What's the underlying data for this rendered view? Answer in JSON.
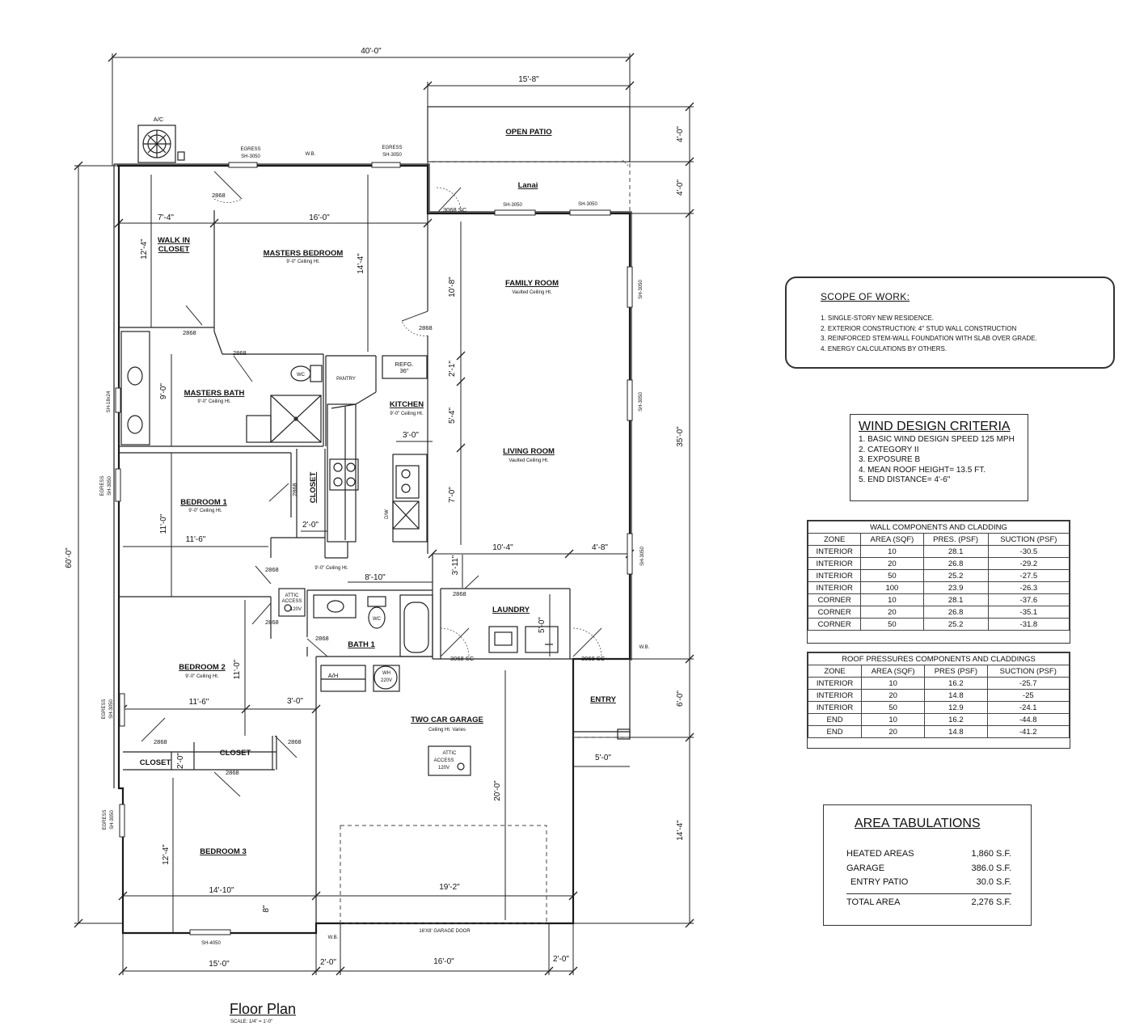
{
  "plan": {
    "title": "Floor Plan",
    "scale": "SCALE: 1/4\" = 1'-0\"",
    "rooms": {
      "masters_bedroom": "MASTERS BEDROOM",
      "masters_bedroom_ceiling": "9'-0\" Ceiling Ht.",
      "walk_in_closet_1": "WALK IN",
      "walk_in_closet_2": "CLOSET",
      "masters_bath": "MASTERS BATH",
      "masters_bath_ceiling": "9'-0\" Ceiling Ht.",
      "pantry": "PANTRY",
      "refrigerator": "REFG.",
      "refrigerator_size": "36\"",
      "kitchen": "KITCHEN",
      "kitchen_ceiling": "9'-0\" Ceiling Ht.",
      "family_room": "FAMILY ROOM",
      "family_room_ceiling": "Vaulted Ceiling Ht.",
      "living_room": "LIVING ROOM",
      "living_room_ceiling": "Vaulted Ceiling Ht.",
      "bedroom_1": "BEDROOM 1",
      "bedroom_1_ceiling": "9'-0\" Ceiling Ht.",
      "bedroom_2": "BEDROOM 2",
      "bedroom_2_ceiling": "9'-0\" Ceiling Ht.",
      "bedroom_3": "BEDROOM 3",
      "closet": "CLOSET",
      "hall_ceiling": "9'-0\" Ceiling Ht.",
      "bath_1": "BATH 1",
      "laundry": "LAUNDRY",
      "garage": "TWO CAR GARAGE",
      "garage_ceiling": "Ceiling Ht. Varies",
      "entry": "ENTRY",
      "open_patio": "OPEN PATIO",
      "lanai": "Lanai",
      "ac": "A/C",
      "ah": "A/H",
      "wh_1": "WH",
      "wh_2": "220V",
      "attic_1": "ATTIC",
      "attic_2": "ACCESS",
      "attic_3": "120V",
      "wc": "WC",
      "dw": "D/W",
      "wb": "W.B.",
      "garage_door": "16'X8' GARAGE DOOR"
    },
    "windows": {
      "egress": "EGRESS",
      "sh3050": "SH-3050",
      "sh4050": "SH-4050",
      "sh18x24": "SH-18x24"
    },
    "doors": {
      "d2868": "2868",
      "d3068sc": "3068  SC"
    },
    "dims": {
      "overall_width": "40'-0\"",
      "patio_width": "15'-8\"",
      "patio_depth": "4'-0\"",
      "lanai_depth": "4'-0\"",
      "right_depth": "35'-0\"",
      "entry_depth": "6'-0\"",
      "garage_side": "14'-4\"",
      "overall_depth": "60'-0\"",
      "closet_w": "7'-4\"",
      "master_w": "16'-0\"",
      "closet_d": "12'-4\"",
      "master_d": "14'-4\"",
      "family_d": "10'-8\"",
      "fr_gap": "2'-1\"",
      "kitchen_d": "5'-4\"",
      "sink_w": "3'-0\"",
      "living_d": "7'-0\"",
      "bath_d": "9'-0\"",
      "closet_small_w": "2'-0\"",
      "bed1_d": "11'-0\"",
      "bed1_w": "11'-6\"",
      "hall_w": "8'-10\"",
      "living_w1": "10'-4\"",
      "living_w2": "4'-8\"",
      "laundry_gap": "3'-11\"",
      "laundry_d": "5'-0\"",
      "bed2_d": "11'-0\"",
      "bed2_w": "11'-6\"",
      "hall_gap": "3'-0\"",
      "closet_d2": "2'-0\"",
      "bed3_d": "12'-4\"",
      "bed3_w": "14'-10\"",
      "garage_w": "19'-2\"",
      "garage_d": "20'-0\"",
      "step": "8\"",
      "entry_w": "5'-0\"",
      "bottom_1": "15'-0\"",
      "bottom_2": "2'-0\"",
      "bottom_3": "16'-0\"",
      "bottom_4": "2'-0\""
    }
  },
  "scope": {
    "title": "SCOPE OF WORK:",
    "items": [
      "1. SINGLE-STORY NEW RESIDENCE.",
      "2. EXTERIOR CONSTRUCTION: 4\" STUD WALL CONSTRUCTION",
      "3. REINFORCED STEM-WALL FOUNDATION WITH SLAB OVER GRADE.",
      "4. ENERGY CALCULATIONS BY OTHERS."
    ]
  },
  "wind": {
    "title": "WIND DESIGN CRITERIA",
    "items": [
      "1. BASIC WIND DESIGN SPEED 125 MPH",
      "2. CATEGORY  II",
      "3. EXPOSURE   B",
      "4. MEAN ROOF HEIGHT=  13.5 FT.",
      "5. END DISTANCE=   4'-6\""
    ]
  },
  "wall_table": {
    "caption": "WALL COMPONENTS AND CLADDING",
    "headers": [
      "ZONE",
      "AREA (SQF)",
      "PRES. (PSF)",
      "SUCTION (PSF)"
    ],
    "rows": [
      [
        "INTERIOR",
        "10",
        "28.1",
        "-30.5"
      ],
      [
        "INTERIOR",
        "20",
        "26.8",
        "-29.2"
      ],
      [
        "INTERIOR",
        "50",
        "25.2",
        "-27.5"
      ],
      [
        "INTERIOR",
        "100",
        "23.9",
        "-26.3"
      ],
      [
        "CORNER",
        "10",
        "28.1",
        "-37.6"
      ],
      [
        "CORNER",
        "20",
        "26.8",
        "-35.1"
      ],
      [
        "CORNER",
        "50",
        "25.2",
        "-31.8"
      ]
    ]
  },
  "roof_table": {
    "caption": "ROOF PRESSURES COMPONENTS AND CLADDINGS",
    "headers": [
      "ZONE",
      "AREA (SQF)",
      "PRES (PSF)",
      "SUCTION (PSF)"
    ],
    "rows": [
      [
        "INTERIOR",
        "10",
        "16.2",
        "-25.7"
      ],
      [
        "INTERIOR",
        "20",
        "14.8",
        "-25"
      ],
      [
        "INTERIOR",
        "50",
        "12.9",
        "-24.1"
      ],
      [
        "END",
        "10",
        "16.2",
        "-44.8"
      ],
      [
        "END",
        "20",
        "14.8",
        "-41.2"
      ]
    ]
  },
  "area": {
    "title": "AREA TABULATIONS",
    "rows": [
      {
        "label": "HEATED AREAS",
        "value": "1,860 S.F."
      },
      {
        "label": "GARAGE",
        "value": "386.0  S.F."
      },
      {
        "label": "ENTRY PATIO",
        "value": "30.0 S.F."
      }
    ],
    "total_label": "TOTAL AREA",
    "total_value": "2,276 S.F."
  }
}
